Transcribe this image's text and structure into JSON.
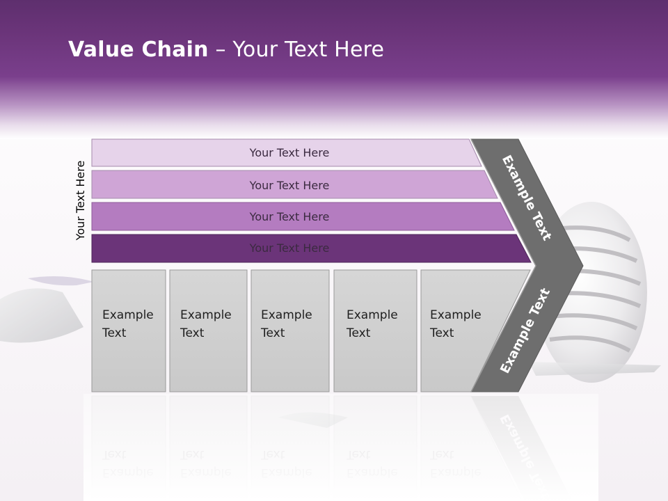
{
  "slide": {
    "title_bold": "Value Chain",
    "title_rest": " – Your Text Here",
    "side_label": "Your Text Here"
  },
  "bars": [
    {
      "label": "Your Text Here",
      "color": "#e6d3ea"
    },
    {
      "label": "Your Text Here",
      "color": "#cfa5d6"
    },
    {
      "label": "Your Text Here",
      "color": "#b47cc0"
    },
    {
      "label": "Your Text Here",
      "color": "#6b3479"
    }
  ],
  "boxes": [
    {
      "line1": "Example",
      "line2": "Text"
    },
    {
      "line1": "Example",
      "line2": "Text"
    },
    {
      "line1": "Example",
      "line2": "Text"
    },
    {
      "line1": "Example",
      "line2": "Text"
    },
    {
      "line1": "Example",
      "line2": "Text"
    }
  ],
  "chevron": {
    "upper_label": "Example Text",
    "lower_label": "Example Text",
    "color": "#6e6e6e"
  },
  "colors": {
    "header_purple": "#6a3479",
    "box_fill": "#d2d2d2",
    "box_border": "#9a9a9a"
  }
}
